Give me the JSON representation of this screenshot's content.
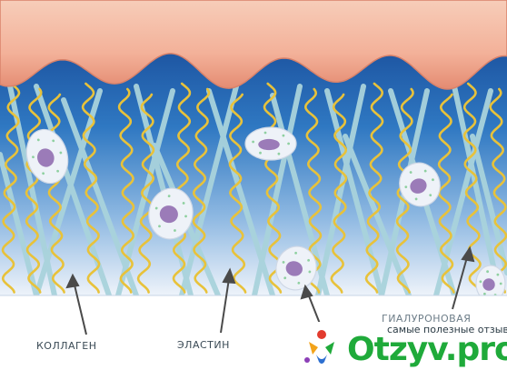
{
  "labels": {
    "collagen": "КОЛЛАГЕН",
    "elastin": "ЭЛАСТИН",
    "hyaluronic": "ГИАЛУРОНОВАЯ"
  },
  "watermark": {
    "caption": "самые полезные отзывы",
    "word": "Otzyv.pro"
  },
  "colors": {
    "skin": "#f4b8a2",
    "skin_edge": "#e08a70",
    "blue_top": "#1a5fae",
    "blue_bottom": "#e9f0f8",
    "collagen": "#a9d3dc",
    "elastin": "#e8c23a",
    "cell": "#eef2f8",
    "nucleus": "#9b7bb8",
    "arrow": "#555555",
    "brand_green": "#1faa3a"
  }
}
